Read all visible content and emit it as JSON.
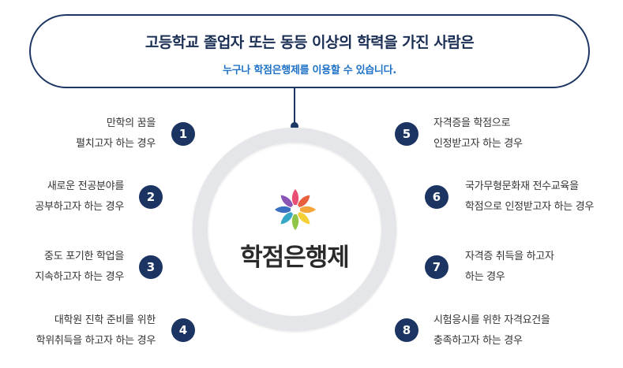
{
  "banner": {
    "title": "고등학교 졸업자 또는 동등 이상의 학력을 가진 사람은",
    "subtitle": "누구나 학점은행제를 이용할 수 있습니다."
  },
  "center": {
    "title": "학점은행제"
  },
  "items": [
    {
      "number": "1",
      "line1": "만학의 꿈을",
      "line2": "펼치고자 하는 경우"
    },
    {
      "number": "2",
      "line1": "새로운 전공분야를",
      "line2": "공부하고자 하는 경우"
    },
    {
      "number": "3",
      "line1": "중도 포기한 학업을",
      "line2": "지속하고자 하는 경우"
    },
    {
      "number": "4",
      "line1": "대학원 진학 준비를 위한",
      "line2": "학위취득을 하고자 하는 경우"
    },
    {
      "number": "5",
      "line1": "자격증을 학점으로",
      "line2": "인정받고자 하는 경우"
    },
    {
      "number": "6",
      "line1": "국가무형문화재 전수교육을",
      "line2": "학점으로 인정받고자 하는 경우"
    },
    {
      "number": "7",
      "line1": "자격증 취득을 하고자",
      "line2": "하는 경우"
    },
    {
      "number": "8",
      "line1": "시험응시를 위한 자격요건을",
      "line2": "충족하고자 하는 경우"
    }
  ],
  "colors": {
    "navy": "#1b3461",
    "accent_blue": "#1f72c6",
    "ring": "#e4e6ea"
  },
  "icons": {
    "logo": "flower-logo-icon"
  }
}
